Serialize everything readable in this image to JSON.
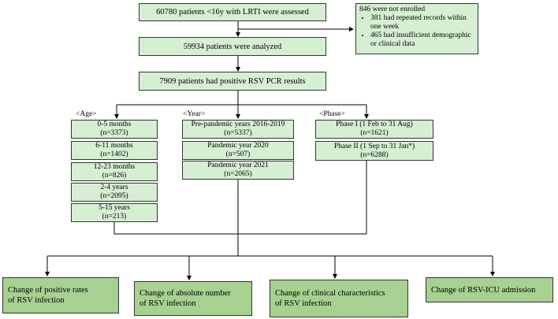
{
  "top": {
    "assessed": "60780 patients <16y with LRTI were assessed",
    "analyzed": "59934 patients were analyzed",
    "positive": "7909 patients had positive RSV PCR results"
  },
  "excluded": {
    "title": "846 were not enrolled",
    "items": [
      "381 had repeated records within one week",
      "465 had insufficient demographic or clinical data"
    ]
  },
  "groups": {
    "age": {
      "label": "<Age>",
      "items": [
        {
          "name": "0-5 months",
          "n": "(n=3373)"
        },
        {
          "name": "6-11 months",
          "n": "(n=1402)"
        },
        {
          "name": "12-23 months",
          "n": "(n=826)"
        },
        {
          "name": "2-4 years",
          "n": "(n=2095)"
        },
        {
          "name": "5-15 years",
          "n": "(n=213)"
        }
      ]
    },
    "year": {
      "label": "<Year>",
      "items": [
        {
          "name": "Pre-pandemic years 2016-2019",
          "n": "(n=5337)"
        },
        {
          "name": "Pandemic year 2020",
          "n": "(n=507)"
        },
        {
          "name": "Pandemic year 2021",
          "n": "(n=2065)"
        }
      ]
    },
    "phase": {
      "label": "<Phase>",
      "items": [
        {
          "name": "Phase I (1 Feb to 31 Aug)",
          "n": "(n=1621)"
        },
        {
          "name": "Phase II (1 Sep to 31 Jan*)",
          "n": "(n=6288)"
        }
      ]
    }
  },
  "outcomes": [
    {
      "line1": "Change of positive rates",
      "line2": "of RSV infection"
    },
    {
      "line1": "Change of absolute number",
      "line2": "of RSV infection"
    },
    {
      "line1": "Change of clinical characteristics",
      "line2": "of RSV infection"
    },
    {
      "line1": "Change of RSV-ICU admission",
      "line2": ""
    }
  ],
  "colors": {
    "box_fill": "#d6efd3",
    "outcome_fill": "#a6d190",
    "line": "#000000"
  }
}
